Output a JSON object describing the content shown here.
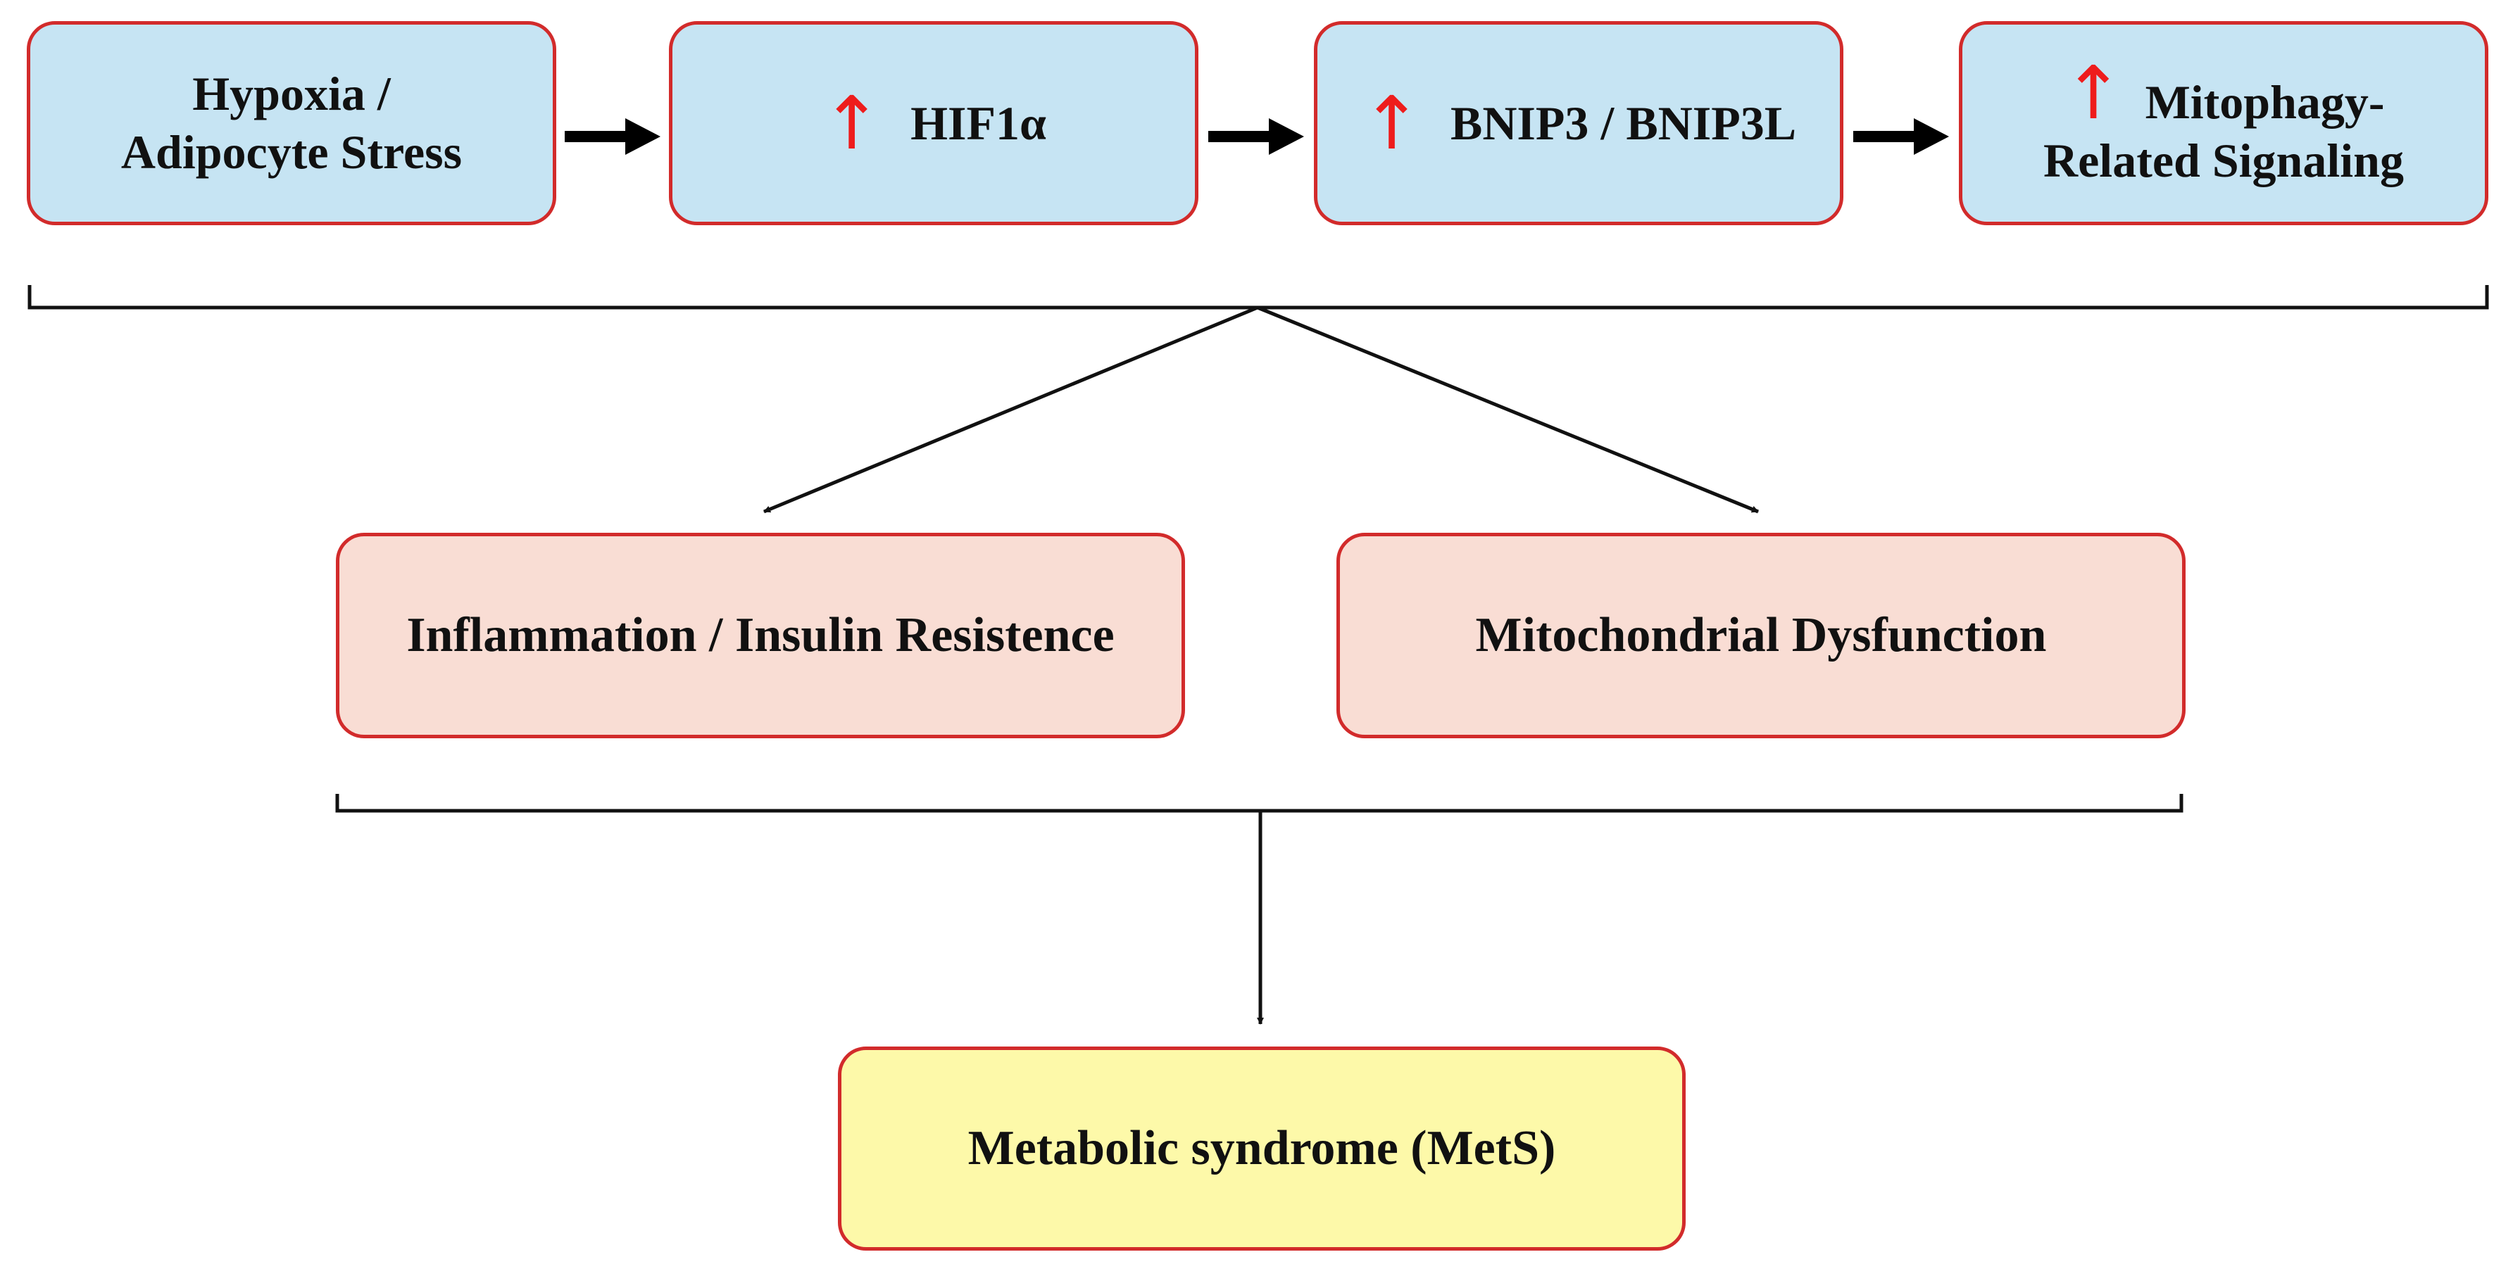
{
  "nodes": {
    "hypoxia": {
      "line1": "Hypoxia /",
      "line2": "Adipocyte Stress"
    },
    "hif1a": {
      "arrow": "↑",
      "label": "HIF1α"
    },
    "bnip3": {
      "arrow": "↑",
      "label": "BNIP3 / BNIP3L"
    },
    "mitophagy": {
      "arrow": "↑",
      "line1": "Mitophagy-",
      "line2": "Related Signaling"
    },
    "inflammation": {
      "label": "Inflammation / Insulin Resistence"
    },
    "mitodysf": {
      "label": "Mitochondrial Dysfunction"
    },
    "mets": {
      "label": "Metabolic syndrome (MetS)"
    }
  },
  "colors": {
    "box_border": "#d22b2b",
    "top_fill": "#c6e4f3",
    "middle_fill": "#f9ddd4",
    "bottom_fill": "#fdf9a9",
    "up_arrow": "#ee1c1c",
    "connector": "#111111"
  }
}
